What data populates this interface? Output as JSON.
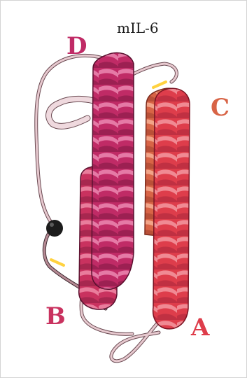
{
  "title": "mIL-6",
  "helices": [
    {
      "id": "A",
      "label": "A",
      "color": "#de3d4b"
    },
    {
      "id": "B",
      "label": "B",
      "color": "#c9325f"
    },
    {
      "id": "C",
      "label": "C",
      "color": "#d86446"
    },
    {
      "id": "D",
      "label": "D",
      "color": "#c02b66"
    }
  ],
  "colors": {
    "loop": "#e7c9cf",
    "loop_edge": "#7a5a62",
    "disulfide": "#ffd23f",
    "marker": "#1c1c1c",
    "helix_light": "#ef8a92",
    "helix_dark": "#8e1e36"
  }
}
